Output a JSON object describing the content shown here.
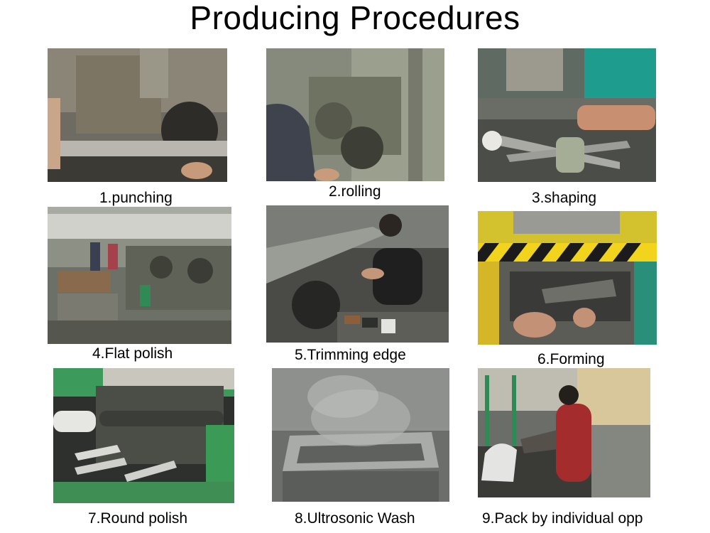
{
  "page": {
    "title": "Producing Procedures"
  },
  "steps": [
    {
      "label": "1.punching"
    },
    {
      "label": "2.rolling"
    },
    {
      "label": "3.shaping"
    },
    {
      "label": "4.Flat polish"
    },
    {
      "label": "5.Trimming edge"
    },
    {
      "label": "6.Forming"
    },
    {
      "label": "7.Round polish"
    },
    {
      "label": "8.Ultrosonic Wash"
    },
    {
      "label": "9.Pack by individual opp"
    }
  ]
}
